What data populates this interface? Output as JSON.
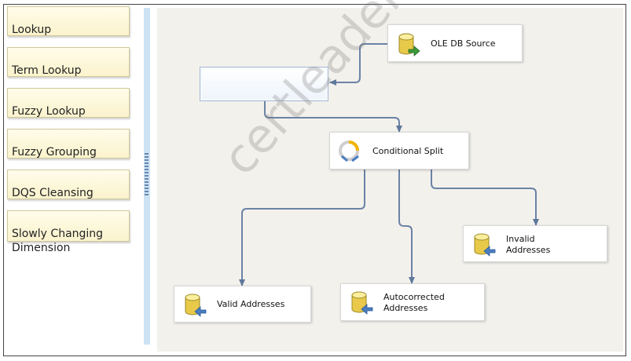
{
  "toolbox": {
    "items": [
      {
        "label": "Lookup"
      },
      {
        "label": "Term Lookup"
      },
      {
        "label": "Fuzzy Lookup"
      },
      {
        "label": "Fuzzy Grouping"
      },
      {
        "label": "DQS Cleansing"
      },
      {
        "label": "Slowly Changing\nDimension"
      }
    ]
  },
  "components": {
    "source": {
      "label": "OLE DB Source",
      "icon": "db-source-icon"
    },
    "split": {
      "label": "Conditional Split",
      "icon": "conditional-split-icon"
    },
    "valid": {
      "label": "Valid Addresses",
      "icon": "db-destination-icon"
    },
    "autocorrected": {
      "label": "Autocorrected\nAddresses",
      "icon": "db-destination-icon"
    },
    "invalid": {
      "label": "Invalid\nAddresses",
      "icon": "db-destination-icon"
    }
  },
  "watermark": "certleader.com",
  "colors": {
    "item_bg": "#fbf3cd",
    "canvas_bg": "#f3f1ec",
    "connector": "#6b83a6",
    "splitter": "#cde3f4"
  }
}
